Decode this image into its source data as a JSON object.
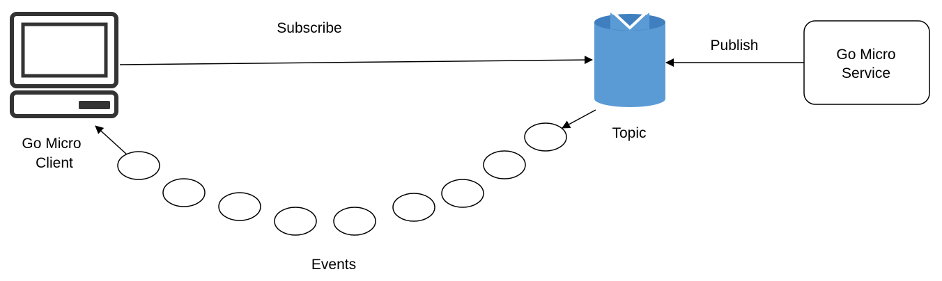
{
  "client": {
    "label_line1": "Go Micro",
    "label_line2": "Client",
    "icon": "desktop-computer-icon"
  },
  "topic": {
    "label": "Topic",
    "icon": "queue-cylinder-icon"
  },
  "service": {
    "label_line1": "Go Micro",
    "label_line2": "Service"
  },
  "edges": {
    "subscribe_label": "Subscribe",
    "publish_label": "Publish"
  },
  "events": {
    "label": "Events",
    "count": 9
  },
  "colors": {
    "topic_body": "#5B9BD5",
    "topic_top": "#3F7FBF",
    "stroke": "#000000",
    "monitor": "#333333"
  }
}
